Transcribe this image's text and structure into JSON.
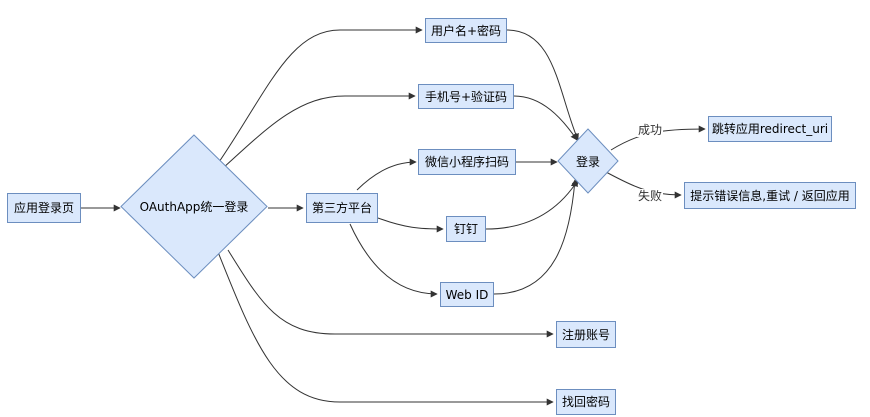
{
  "nodes": {
    "app_login_page": "应用登录页",
    "oauth_login": "OAuthApp统一登录",
    "username_password": "用户名+密码",
    "phone_code": "手机号+验证码",
    "third_party": "第三方平台",
    "wechat_scan": "微信小程序扫码",
    "dingtalk": "钉钉",
    "web_id": "Web ID",
    "register": "注册账号",
    "recover_password": "找回密码",
    "login": "登录",
    "redirect": "跳转应用redirect_uri",
    "error": "提示错误信息,重试 / 返回应用"
  },
  "edge_labels": {
    "success": "成功",
    "failure": "失败"
  },
  "colors": {
    "node_fill": "#dae8fc",
    "node_border": "#6c8ebf",
    "edge": "#333333"
  }
}
